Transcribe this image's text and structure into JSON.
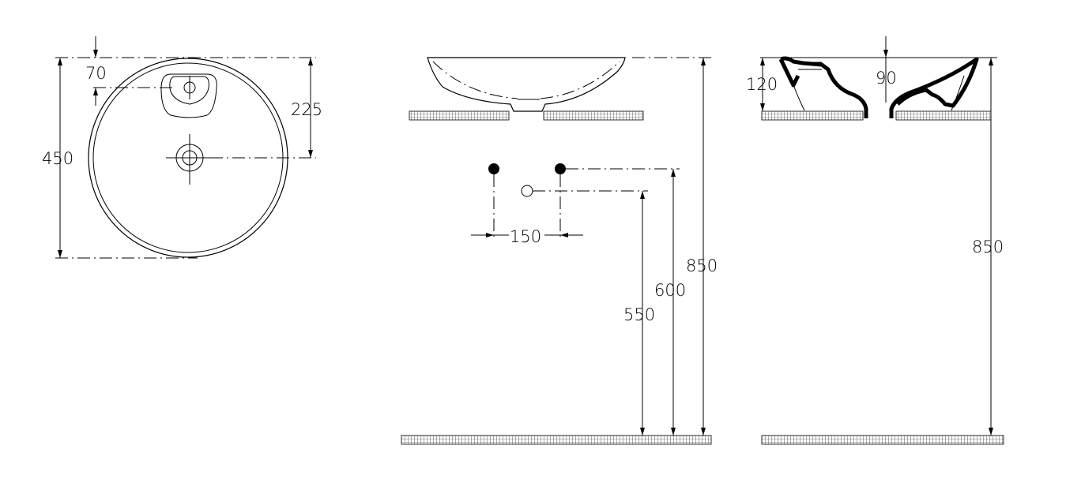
{
  "top_view": {
    "dim_overall": "450",
    "dim_tap_offset": "70",
    "dim_drain_offset": "225"
  },
  "front_view": {
    "dim_tap_spacing": "150",
    "dim_floor_550": "550",
    "dim_floor_600": "600",
    "dim_floor_850": "850"
  },
  "side_view": {
    "dim_height": "120",
    "dim_drain": "90",
    "dim_floor_850": "850"
  }
}
